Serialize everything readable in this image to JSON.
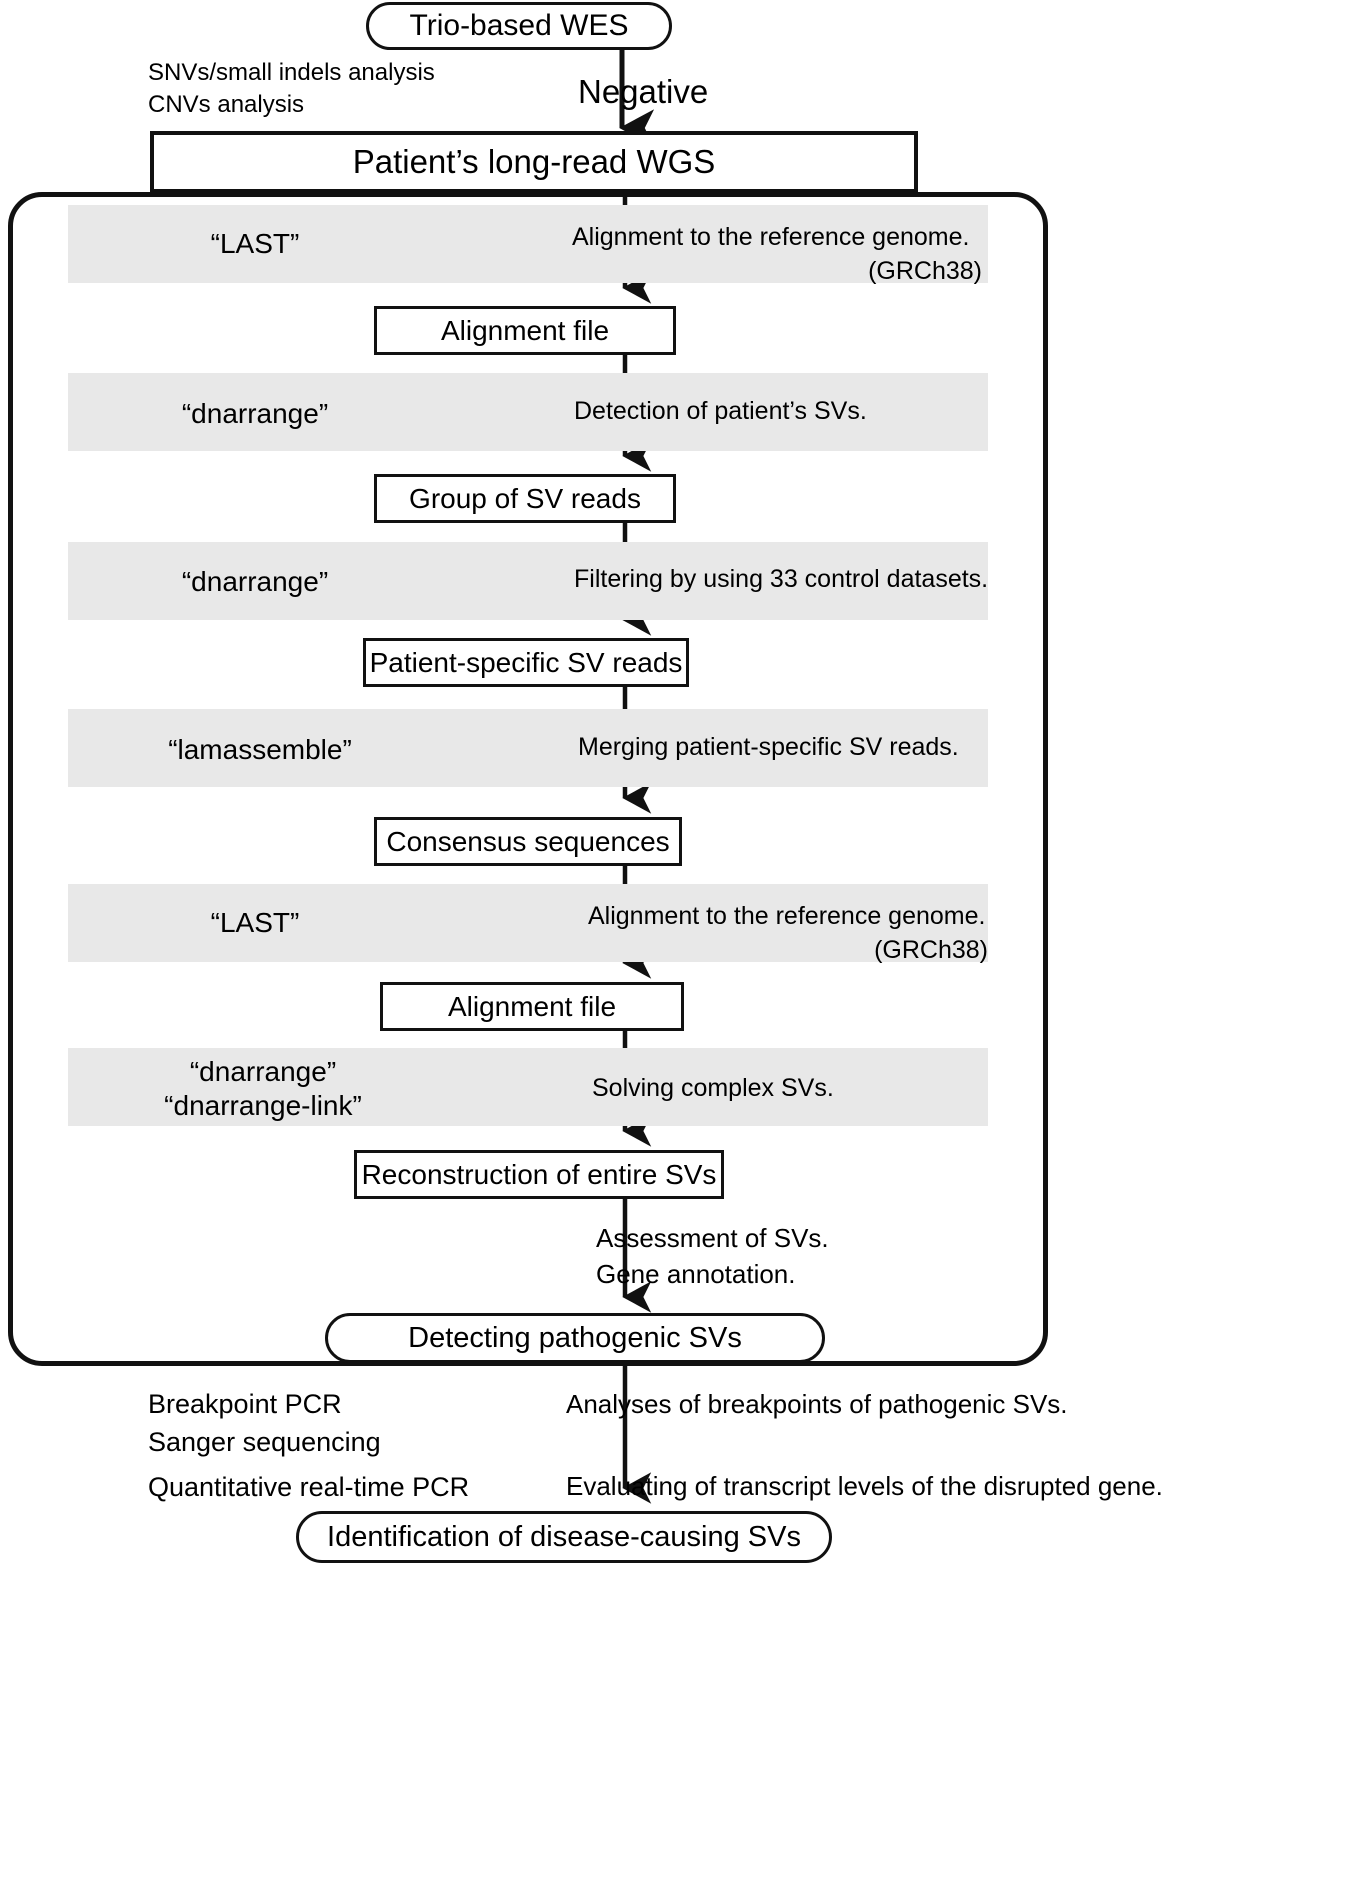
{
  "diagram": {
    "title": "Long-read WGS analysis pipeline for structural variant detection",
    "colors": {
      "band_fill": "#e8e8e8",
      "stroke": "#111111",
      "background": "#ffffff"
    }
  },
  "nodes": {
    "start": {
      "label": "Trio-based WES",
      "shape": "rounded"
    },
    "wgs": {
      "label": "Patient’s long-read WGS",
      "shape": "rect"
    },
    "alignment_file_1": {
      "label": "Alignment file",
      "shape": "rect"
    },
    "group_sv_reads": {
      "label": "Group of SV reads",
      "shape": "rect"
    },
    "patient_specific_sv_reads": {
      "label": "Patient-specific SV reads",
      "shape": "rect"
    },
    "consensus_sequences": {
      "label": "Consensus sequences",
      "shape": "rect"
    },
    "alignment_file_2": {
      "label": "Alignment file",
      "shape": "rect"
    },
    "reconstruction": {
      "label": "Reconstruction of entire SVs",
      "shape": "rect"
    },
    "detecting_pathogenic": {
      "label": "Detecting pathogenic SVs",
      "shape": "rounded"
    },
    "identification": {
      "label": "Identification of disease-causing SVs",
      "shape": "rounded"
    }
  },
  "edge_labels": {
    "wes_methods": "SNVs/small indels analysis\nCNVs analysis",
    "wes_result": "Negative",
    "final_methods_line1": "Breakpoint PCR",
    "final_methods_line2": "Sanger sequencing",
    "final_methods_line3": "Quantitative real-time PCR",
    "final_desc_line1": "Analyses of breakpoints of pathogenic SVs.",
    "final_desc_line2": "Evaluating of transcript levels of the disrupted gene.",
    "assessment": "Assessment of SVs.\nGene annotation."
  },
  "stages": [
    {
      "tool": "“LAST”",
      "description": "Alignment to the reference genome.",
      "description_sub": "(GRCh38)"
    },
    {
      "tool": "“dnarrange”",
      "description": "Detection of patient’s SVs.",
      "description_sub": ""
    },
    {
      "tool": "“dnarrange”",
      "description": "Filtering by using 33 control datasets.",
      "description_sub": ""
    },
    {
      "tool": "“lamassemble”",
      "description": "Merging patient-specific SV reads.",
      "description_sub": ""
    },
    {
      "tool": "“LAST”",
      "description": "Alignment to the reference genome.",
      "description_sub": "(GRCh38)"
    },
    {
      "tool": "“dnarrange”\n“dnarrange-link”",
      "description": "Solving complex SVs.",
      "description_sub": ""
    }
  ]
}
